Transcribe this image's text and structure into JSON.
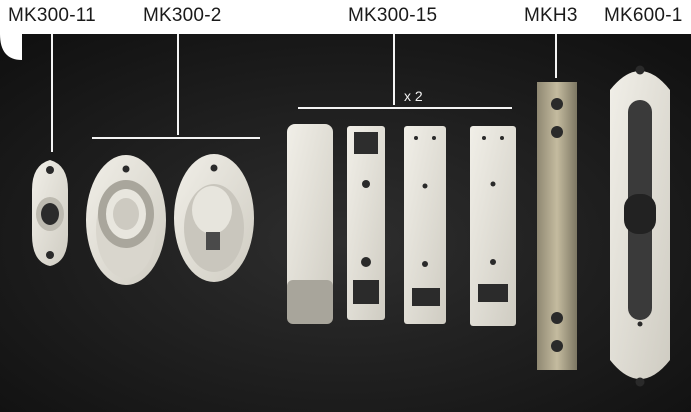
{
  "labels": [
    "MK300-11",
    "MK300-2",
    "MK300-15",
    "MKH3",
    "MK600-1"
  ],
  "quantity": "x 2",
  "colors": {
    "background": "#ffffff",
    "photo_backdrop": "#1c1c1c",
    "plastic": "#e9e7df",
    "metal": "#b3aa90"
  }
}
